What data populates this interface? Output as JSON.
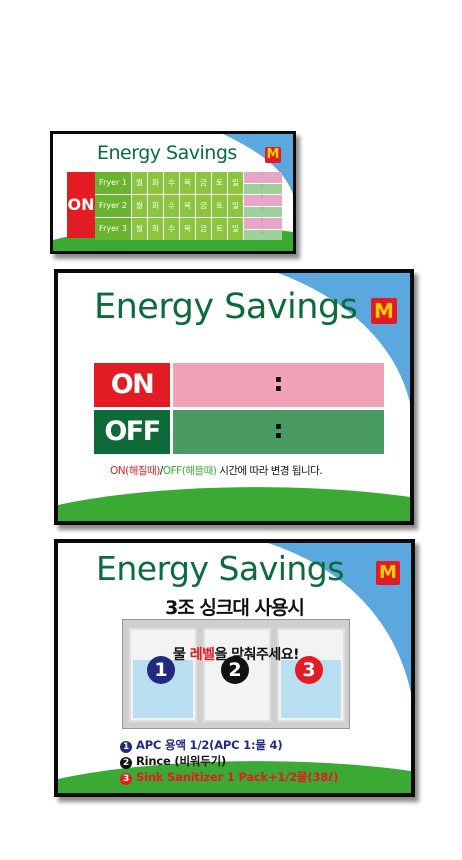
{
  "card1": {
    "title": "Energy Savings",
    "logo": "M",
    "on_label": "ON",
    "days": [
      "월",
      "화",
      "수",
      "목",
      "금",
      "토",
      "일"
    ],
    "fryers": [
      "Fryer 1",
      "Fryer 2",
      "Fryer 3"
    ],
    "time_sep": ":"
  },
  "card2": {
    "title": "Energy Savings",
    "logo": "M",
    "on_label": "ON",
    "off_label": "OFF",
    "time_sep": ":",
    "note_on": "ON(해질때)",
    "note_slash": "/",
    "note_off": "OFF(해뜰때)",
    "note_rest": " 시간에 따라 변경 됩니다."
  },
  "card3": {
    "title": "Energy Savings",
    "logo": "M",
    "subtitle": "3조 싱크대 사용시",
    "sink_label_pre": "물 ",
    "sink_label_red": "레벨",
    "sink_label_post": "을 맞춰주세요!",
    "basins": [
      {
        "number": "1",
        "color": "#1f2a80"
      },
      {
        "number": "2",
        "color": "#111111"
      },
      {
        "number": "3",
        "color": "#e31c24"
      }
    ],
    "instructions": [
      {
        "number": "1",
        "text": "APC 용액 1/2(APC 1:물 4)",
        "color": "#1f2a80"
      },
      {
        "number": "2",
        "text": "Rince (비워두기)",
        "color": "#111111"
      },
      {
        "number": "3",
        "text": "Sink Sanitizer 1 Pack+1/2물(38ℓ)",
        "color": "#e31c24"
      }
    ]
  },
  "colors": {
    "brand_green": "#0c6b3a",
    "brand_red": "#e31c24",
    "sky_blue": "#5ba8de",
    "grass_green": "#3aaa35"
  }
}
